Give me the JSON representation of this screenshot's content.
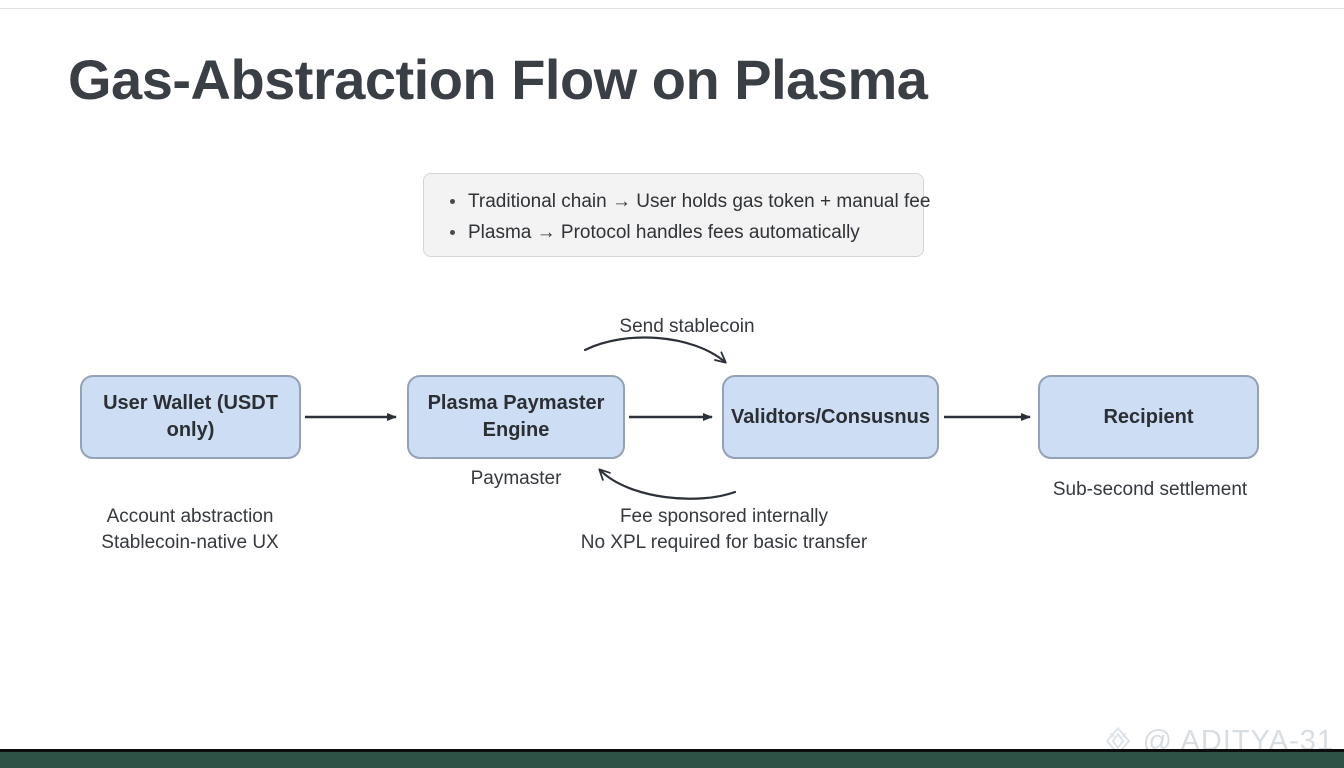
{
  "slide": {
    "title": "Gas-Abstraction Flow on Plasma",
    "background_color": "#ffffff",
    "bottom_bar_color": "#2e5346"
  },
  "callout": {
    "bullets": [
      "Traditional chain → User holds gas token + manual fee",
      "Plasma → Protocol handles fees automatically"
    ],
    "background_color": "#f3f3f3",
    "border_color": "#d4d4d4"
  },
  "flow": {
    "node_fill": "#ccddf4",
    "node_border": "#93a2b4",
    "nodes": [
      {
        "id": "wallet",
        "label": "User Wallet (USDT only)"
      },
      {
        "id": "paymaster",
        "label": "Plasma Paymaster Engine"
      },
      {
        "id": "validator",
        "label": "Validtors/Consusnus"
      },
      {
        "id": "recipient",
        "label": "Recipient"
      }
    ],
    "captions": {
      "wallet": "Account abstraction\nStablecoin-native UX",
      "paymaster": "Paymaster",
      "fee": "Fee sponsored internally\nNo XPL required for basic transfer",
      "recipient": "Sub-second settlement"
    },
    "curved_label_top": "Send stablecoin"
  },
  "watermark": {
    "handle": "@ ADITYA-31",
    "color": "#d8dde2"
  }
}
